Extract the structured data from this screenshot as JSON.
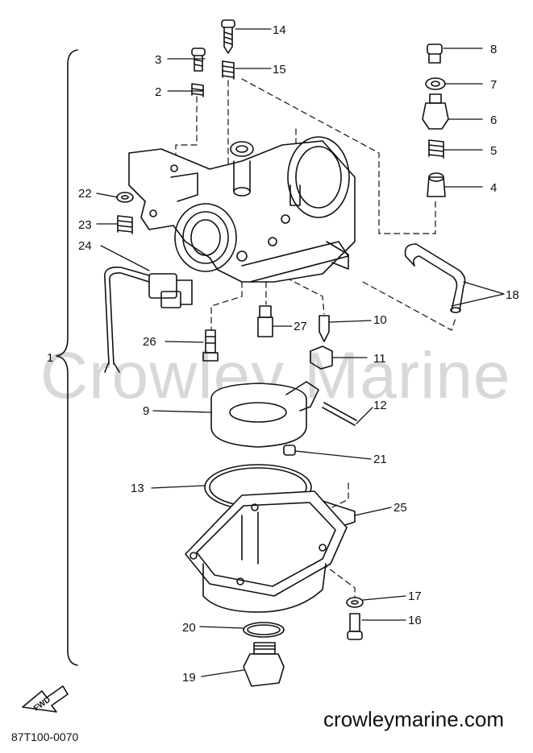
{
  "watermark": "Crowley Marine",
  "site_url": "crowleymarine.com",
  "figure_code": "87T100-0070",
  "fwd_label": "FWD",
  "assembly_callout": "1",
  "callouts": {
    "c2": "2",
    "c3": "3",
    "c4": "4",
    "c5": "5",
    "c6": "6",
    "c7": "7",
    "c8": "8",
    "c9": "9",
    "c10": "10",
    "c11": "11",
    "c12": "12",
    "c13": "13",
    "c14": "14",
    "c15": "15",
    "c16": "16",
    "c17": "17",
    "c18": "18",
    "c19": "19",
    "c20": "20",
    "c21": "21",
    "c22": "22",
    "c23": "23",
    "c24": "24",
    "c25": "25",
    "c26": "26",
    "c27": "27"
  }
}
